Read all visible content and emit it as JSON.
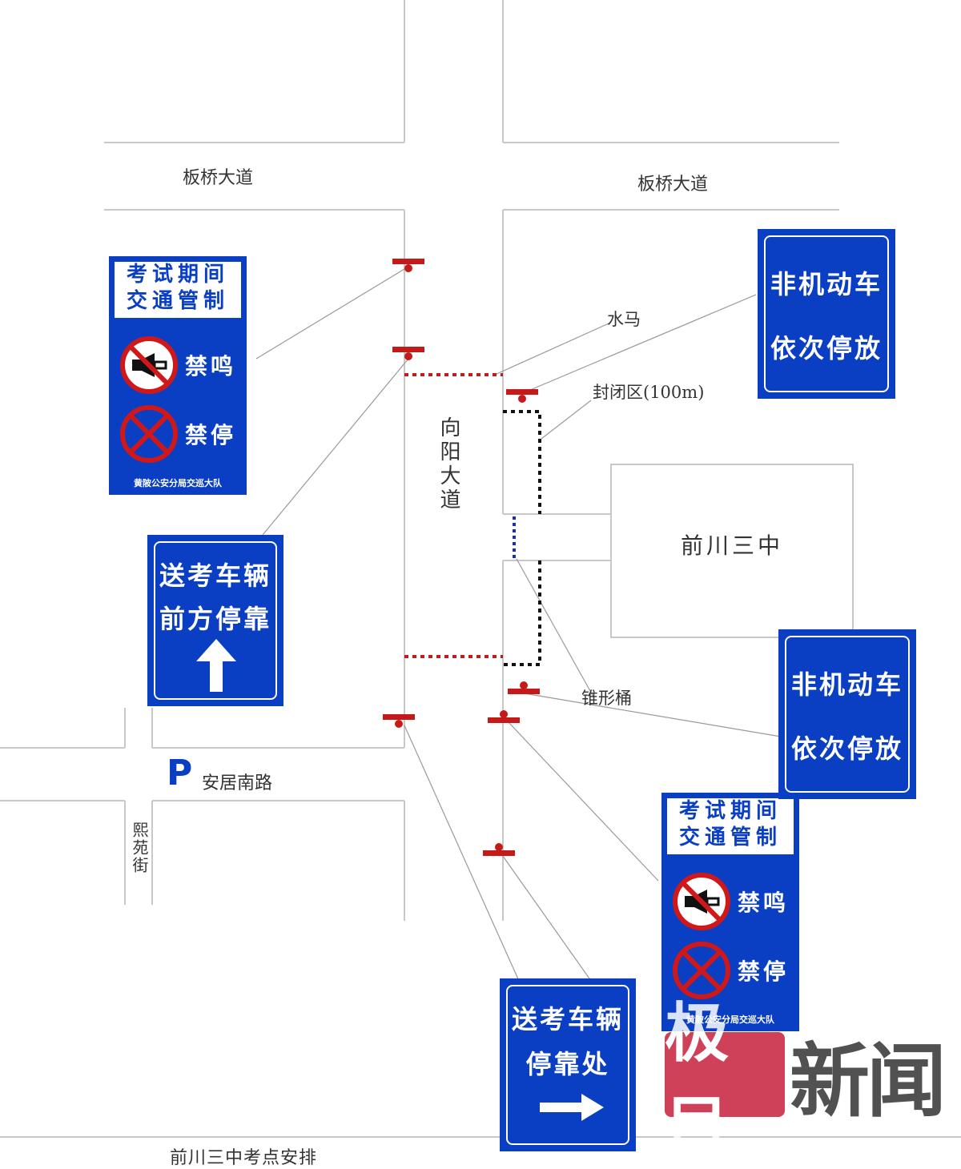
{
  "roads": {
    "top_left": "板桥大道",
    "top_right": "板桥大道",
    "main_vertical": "向阳大道",
    "cross_south": "安居南路",
    "side_street": "熙苑街"
  },
  "school": "前川三中",
  "labels": {
    "water_barrier": "水马",
    "closed_zone": "封闭区(100m)",
    "cone": "锥形桶"
  },
  "parking_symbol": "P",
  "exam_sign": {
    "line1": "考试期间",
    "line2": "交通管制",
    "no_horn": "禁鸣",
    "no_parking": "禁停",
    "footer": "黄陂公安分局交巡大队"
  },
  "bike_sign": {
    "line1": "非机动车",
    "line2": "依次停放"
  },
  "dropoff_ahead_sign": {
    "line1": "送考车辆",
    "line2": "前方停靠"
  },
  "dropoff_here_sign": {
    "line1": "送考车辆",
    "line2": "停靠处"
  },
  "caption": "前川三中考点安排",
  "watermark": {
    "logo": "极目",
    "text": "新闻"
  },
  "colors": {
    "sign_blue": "#0a3fc4",
    "barrier_red": "#c41a1a",
    "road_line": "#cccccc",
    "closed_zone_dots": "#111111",
    "school_gate_dots": "#1a2fb0"
  }
}
